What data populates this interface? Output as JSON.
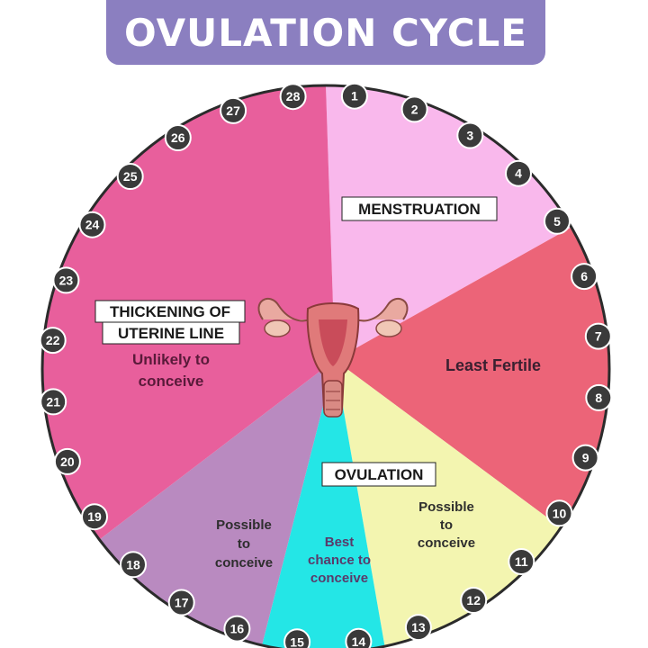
{
  "title": "OVULATION CYCLE",
  "colors": {
    "banner": "#8b7fc0",
    "menstruation": "#f9b8ec",
    "thickening": "#e85f9c",
    "possible_left": "#b98ac0",
    "best_chance": "#24e6e6",
    "possible_right": "#f3f5b0",
    "least_fertile": "#ec6478",
    "rim": "#2b2b2b",
    "day_badge": "#3a3a3a"
  },
  "phases": {
    "menstruation": {
      "label": "MENSTRUATION"
    },
    "least_fertile": {
      "label": "Least Fertile"
    },
    "ovulation": {
      "label": "OVULATION"
    },
    "possible_right": {
      "line1": "Possible",
      "line2": "to",
      "line3": "conceive"
    },
    "best_chance": {
      "line1": "Best",
      "line2": "chance to",
      "line3": "conceive"
    },
    "possible_left": {
      "line1": "Possible",
      "line2": "to",
      "line3": "conceive"
    },
    "thickening": {
      "line1": "THICKENING OF",
      "line2": "UTERINE LINE",
      "sub1": "Unlikely to",
      "sub2": "conceive"
    }
  },
  "days": [
    "1",
    "2",
    "3",
    "4",
    "5",
    "6",
    "7",
    "8",
    "9",
    "10",
    "11",
    "12",
    "13",
    "14",
    "15",
    "16",
    "17",
    "18",
    "19",
    "20",
    "21",
    "22",
    "23",
    "24",
    "25",
    "26",
    "27",
    "28"
  ],
  "center_icon": "uterus-icon"
}
